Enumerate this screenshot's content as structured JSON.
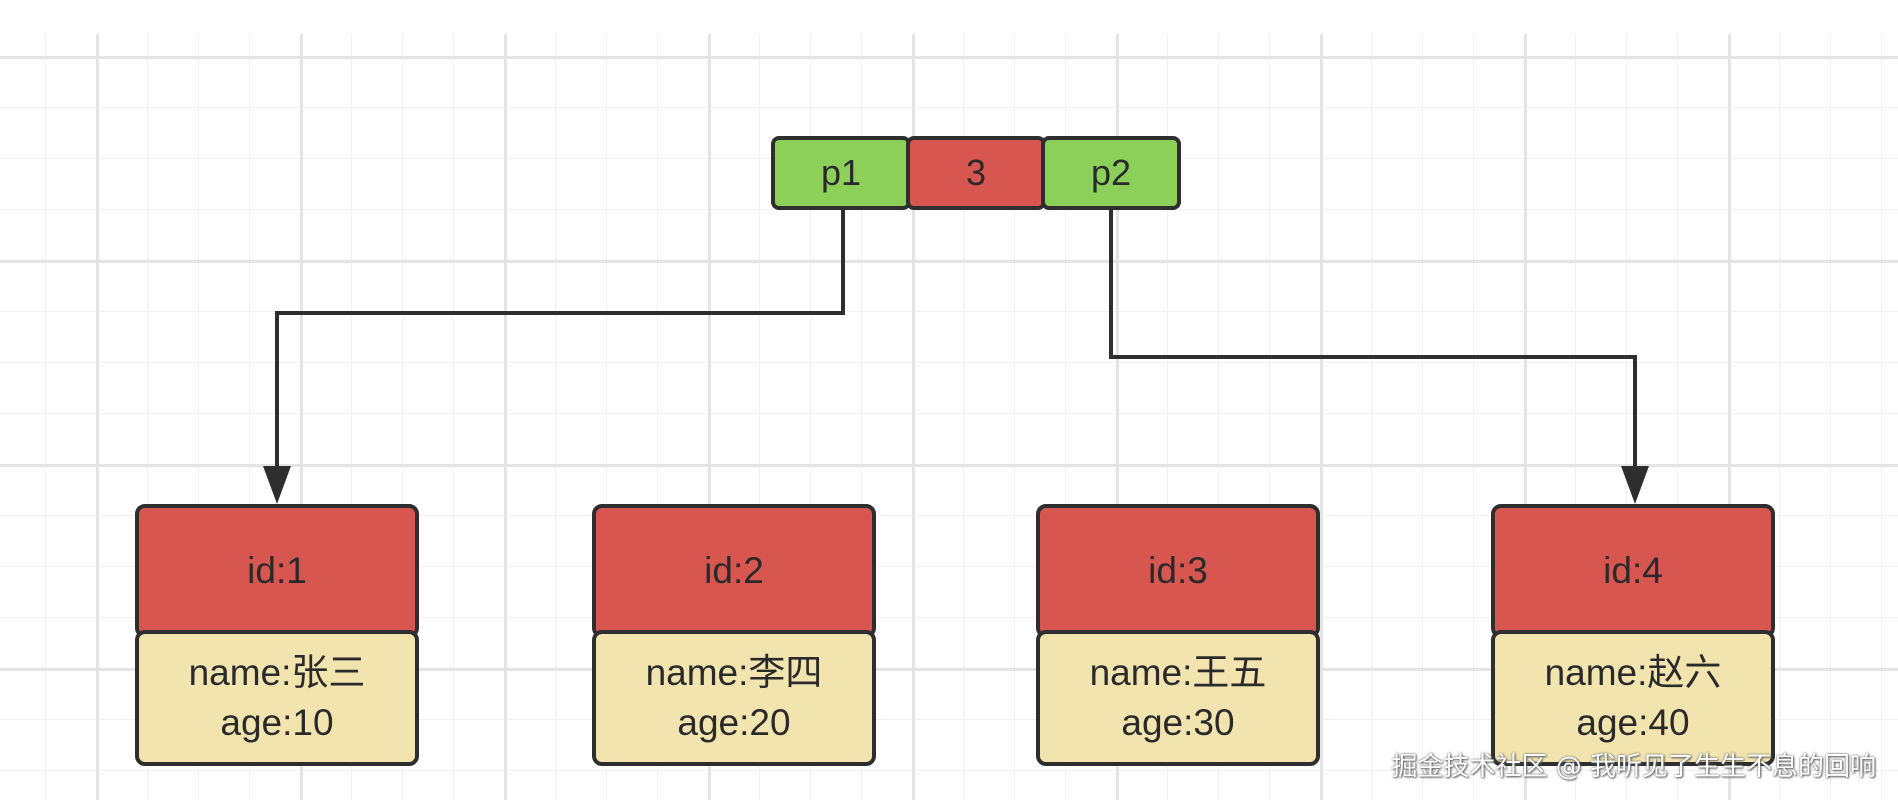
{
  "root_node": {
    "left_pointer": "p1",
    "key": "3",
    "right_pointer": "p2"
  },
  "records": [
    {
      "id": "id:1",
      "name": "name:张三",
      "age": "age:10"
    },
    {
      "id": "id:2",
      "name": "name:李四",
      "age": "age:20"
    },
    {
      "id": "id:3",
      "name": "name:王五",
      "age": "age:30"
    },
    {
      "id": "id:4",
      "name": "name:赵六",
      "age": "age:40"
    }
  ],
  "pointers": [
    {
      "from": "p1",
      "to": "id:1"
    },
    {
      "from": "p2",
      "to": "id:4"
    }
  ],
  "colors": {
    "pointer_cell": "#8cd05a",
    "key_cell": "#d85650",
    "record_head": "#d85650",
    "record_body": "#f1e4ae",
    "stroke": "#2e2e2e"
  },
  "watermark": "掘金技术社区 @ 我听见了生生不息的回响"
}
